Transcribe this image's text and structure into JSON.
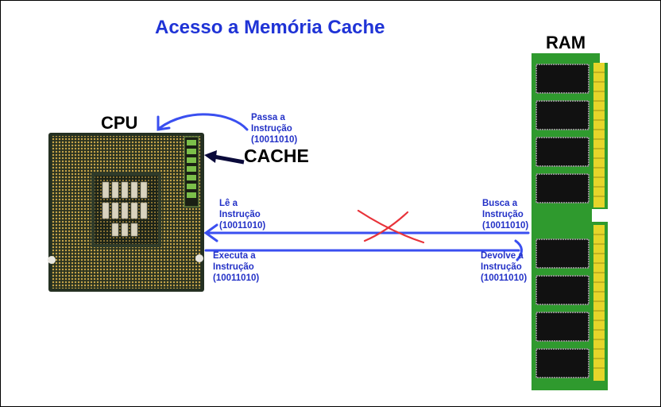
{
  "title": "Acesso a Memória Cache",
  "labels": {
    "cpu": "CPU",
    "ram": "RAM",
    "cache": "CACHE"
  },
  "notes": {
    "passa": "Passa a\nInstrução\n(10011010)",
    "le": "Lê a\nInstrução\n(10011010)",
    "executa": "Executa a\nInstrução\n(10011010)",
    "busca": "Busca a\nInstrução\n(10011010)",
    "devolve": "Devolve a\nInstrução\n(10011010)"
  },
  "colors": {
    "title": "#1f33d6",
    "annotation": "#2331c7",
    "arrow": "#3a4ff0",
    "cross": "#e8333a",
    "ram_pcb": "#2f9a2e",
    "ram_contacts": "#e6d52a"
  }
}
